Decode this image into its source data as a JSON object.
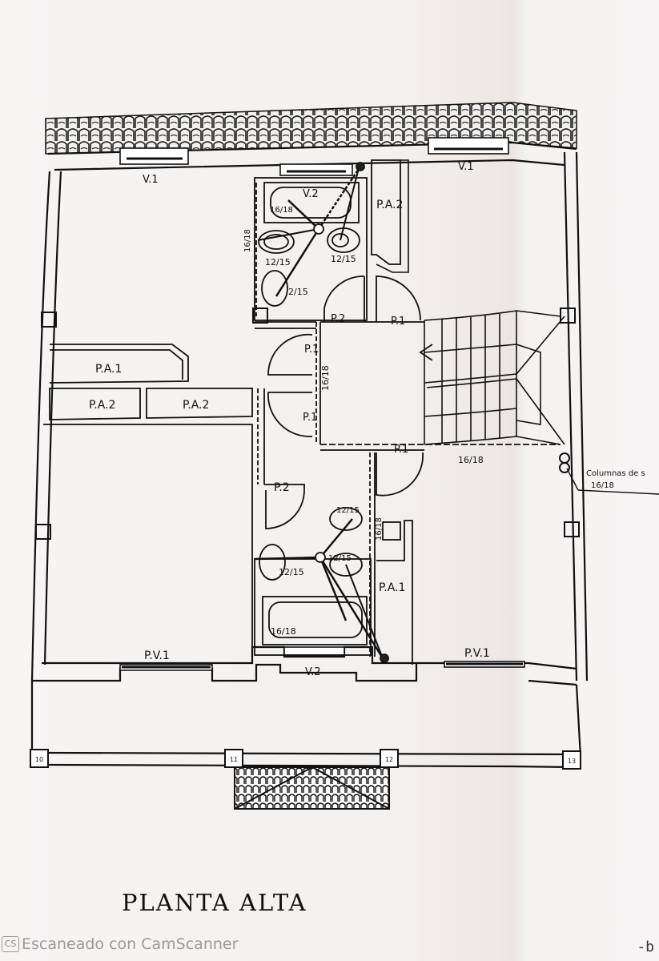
{
  "drawing": {
    "title": "PLANTA ALTA",
    "footer_watermark": "Escaneado con CamScanner",
    "watermark_logo": "CS",
    "page_mark": "-b"
  },
  "labels": {
    "windows": {
      "v1_left": "V.1",
      "v1_right": "V.1",
      "v2_top": "V.2",
      "v2_bottom": "V.2",
      "pv1_left": "P.V.1",
      "pv1_right": "P.V.1"
    },
    "doors": {
      "p2_top": "P.2",
      "p1_top": "P.1",
      "p1_hall_upper": "P.1",
      "p1_hall_lower": "P.1",
      "p1_stair": "P.1",
      "p2_lower": "P.2"
    },
    "wardrobes": {
      "pa2_top": "P.A.2",
      "pa1_left": "P.A.1",
      "pa2_left_a": "P.A.2",
      "pa2_left_b": "P.A.2",
      "pa1_right": "P.A.1"
    },
    "pipes": {
      "top_bath_wall": "16/18",
      "top_bathtub": "16/18",
      "top_bidet": "12/15",
      "top_wc": "12/15",
      "top_sink": "2/15",
      "hall_wall": "16/18",
      "stair_floor": "16/18",
      "lower_wc": "12/15",
      "lower_shaft": "16/18",
      "lower_bidet": "12/15",
      "lower_sink": "12/15",
      "lower_bathtub": "16/18"
    },
    "annotation": {
      "text": "Columnas de s",
      "value": "16/18"
    },
    "columns": [
      "10",
      "11",
      "12",
      "13"
    ]
  }
}
